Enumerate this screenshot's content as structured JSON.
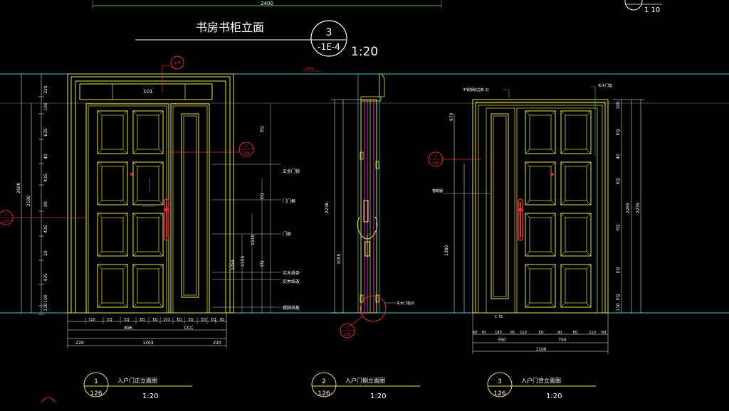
{
  "drawing": {
    "title": "书房书柜立面",
    "title_circle": {
      "top": "3",
      "bottom": "-1E-4"
    },
    "title_scale": "1:20",
    "top_dimension": "2400",
    "corner_scale": "1  10",
    "door_number": "101"
  },
  "views": [
    {
      "number": "1",
      "sheet": "126",
      "name": "入户门正立面图",
      "scale": "1:20"
    },
    {
      "number": "2",
      "sheet": "126",
      "name": "入户门侧立面图",
      "scale": "1:20"
    },
    {
      "number": "3",
      "sheet": "126",
      "name": "入户门背立面图",
      "scale": "1:20"
    }
  ],
  "callouts": [
    {
      "number": "1",
      "sheet": "129"
    },
    {
      "number": "1",
      "sheet": "130"
    },
    {
      "number": "1",
      "sheet": "127"
    },
    {
      "number": "1",
      "sheet": "128"
    },
    {
      "number": "1",
      "sheet": "128"
    }
  ],
  "front_vertical_dims": [
    "320",
    "100",
    "635",
    "40",
    "435",
    "80",
    "435",
    "20",
    "435",
    "100",
    "110"
  ],
  "front_total_height": "2600",
  "front_sub_height": "2180",
  "front_bottom_dims": [
    "110",
    "EQ",
    "EQ",
    "EQ",
    "EQ",
    "103",
    "EQ",
    "EQ",
    "EQ",
    "EQ",
    "85"
  ],
  "front_mid_widths": [
    "896",
    "CCC"
  ],
  "front_total_widths": [
    "220",
    "1303",
    "220"
  ],
  "side_heights": [
    "2238",
    "1055"
  ],
  "back_vertical_dims": [
    "100",
    "EQ",
    "40",
    "EQ",
    "EQ",
    "EQ",
    "EQ",
    "110"
  ],
  "back_total_heights": [
    "2255",
    "2235"
  ],
  "back_left_heights": [
    "970",
    "1380"
  ],
  "back_bottom_dims": [
    "60",
    "65",
    "180",
    "85",
    "110",
    "EQ",
    "90",
    "EQ",
    "110",
    "60"
  ],
  "back_widths": [
    "350",
    "750"
  ],
  "back_total_width": "1100"
}
